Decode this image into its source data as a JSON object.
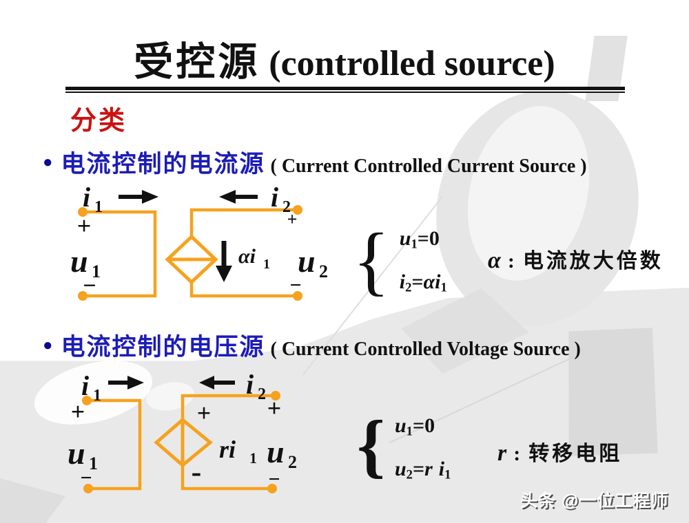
{
  "colors": {
    "wire_orange": "#F6A21E",
    "diamond_fill": "#C9E0E6",
    "heading_blue": "#1C1CB8",
    "subtitle_red": "#CC1111",
    "bullet_navy": "#0A0A8F"
  },
  "title": {
    "zh": "受控源",
    "en": " (controlled source)"
  },
  "subtitle": "分类",
  "watermark": "头条 @一位工程师",
  "sections": [
    {
      "bullet": "●",
      "heading_zh": "电流控制的电流源",
      "heading_en": "( Current Controlled Current Source )",
      "diagram": {
        "i1": "i",
        "i1_sub": "1",
        "i2": "i",
        "i2_sub": "2",
        "u1": "u",
        "u1_sub": "1",
        "u2": "u",
        "u2_sub": "2",
        "plus_left": "+",
        "minus_left": "−",
        "plus_right": "+",
        "minus_right": "−",
        "ctrl": "αi",
        "ctrl_sub": "1"
      },
      "eq": {
        "l1_var": "u",
        "l1_sub": "1",
        "l1_rest": "=0",
        "l2_var": "i",
        "l2_sub": "2",
        "l2_eq": "=",
        "l2_coef": "α",
        "l2_var2": "i",
        "l2_sub2": "1"
      },
      "note": {
        "sym": "α",
        "sep": ":",
        "text": "电流放大倍数"
      }
    },
    {
      "bullet": "●",
      "heading_zh": "电流控制的电压源",
      "heading_en": "( Current Controlled Voltage Source )",
      "diagram": {
        "i1": "i",
        "i1_sub": "1",
        "i2": "i",
        "i2_sub": "2",
        "u1": "u",
        "u1_sub": "1",
        "u2": "u",
        "u2_sub": "2",
        "plus_left": "+",
        "minus_left": "−",
        "plus_right": "+",
        "minus_right": "−",
        "src_plus": "+",
        "src_minus": "-",
        "ctrl": "ri",
        "ctrl_sub": "1"
      },
      "eq": {
        "l1_var": "u",
        "l1_sub": "1",
        "l1_rest": "=0",
        "l2_var": "u",
        "l2_sub": "2",
        "l2_eq": "=",
        "l2_coef": "r",
        "l2_var2": "i",
        "l2_sub2": "1"
      },
      "note": {
        "sym": "r",
        "sep": ":",
        "text": "转移电阻"
      }
    }
  ]
}
